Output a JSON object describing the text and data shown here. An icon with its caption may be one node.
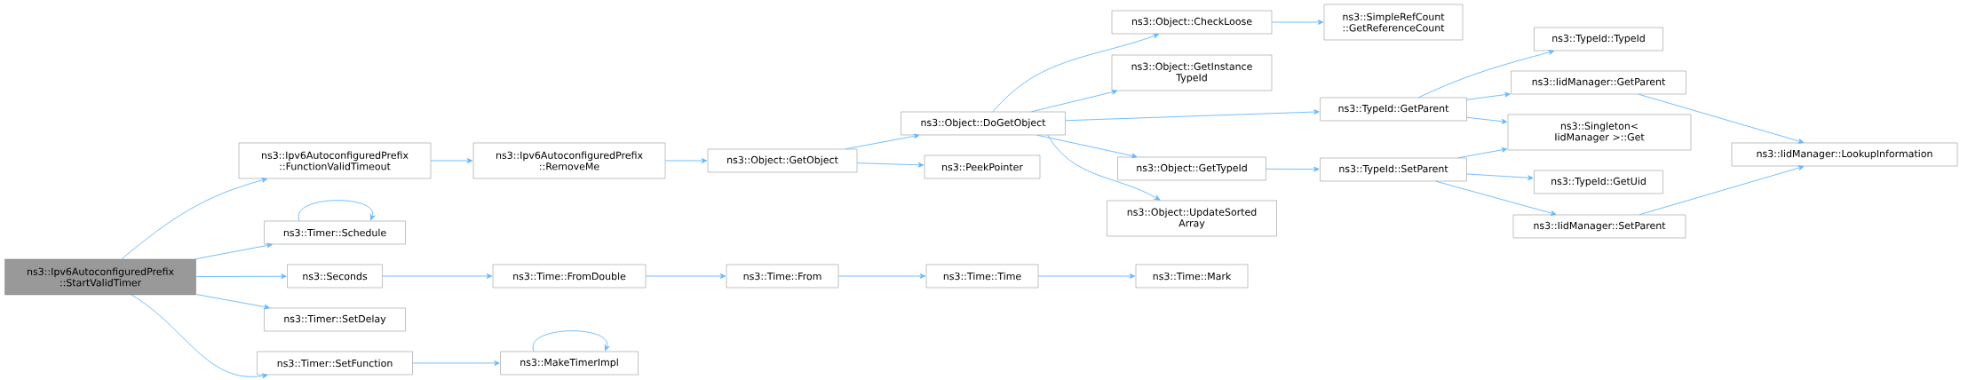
{
  "diagram": {
    "nodes": [
      {
        "text": [
          "ns3::Ipv6AutoconfiguredPrefix ::StartValidTimer"
        ]
      },
      {
        "text": [
          "ns3::Ipv6AutoconfiguredPrefix ::FunctionValidTimeout"
        ]
      },
      {
        "text": [
          "ns3::Timer::Schedule"
        ]
      },
      {
        "text": [
          "ns3::Seconds"
        ]
      },
      {
        "text": [
          "ns3::Timer::SetDelay"
        ]
      },
      {
        "text": [
          "ns3::Timer::SetFunction"
        ]
      },
      {
        "text": [
          "ns3::Ipv6AutoconfiguredPrefix ::RemoveMe"
        ]
      },
      {
        "text": [
          "ns3::Time::FromDouble"
        ]
      },
      {
        "text": [
          "ns3::MakeTimerImpl"
        ]
      },
      {
        "text": [
          "ns3::Object::GetObject"
        ]
      },
      {
        "text": [
          "ns3::Time::From"
        ]
      },
      {
        "text": [
          "ns3::Object::DoGetObject"
        ]
      },
      {
        "text": [
          "ns3::PeekPointer"
        ]
      },
      {
        "text": [
          "ns3::Time::Time"
        ]
      },
      {
        "text": [
          "ns3::Object::CheckLoose"
        ]
      },
      {
        "text": [
          "ns3::Object::GetInstance TypeId"
        ]
      },
      {
        "text": [
          "ns3::Object::GetTypeId"
        ]
      },
      {
        "text": [
          "ns3::Object::UpdateSorted Array"
        ]
      },
      {
        "text": [
          "ns3::Time::Mark"
        ]
      },
      {
        "text": [
          "ns3::SimpleRefCount ::GetReferenceCount"
        ]
      },
      {
        "text": [
          "ns3::TypeId::GetParent"
        ]
      },
      {
        "text": [
          "ns3::TypeId::SetParent"
        ]
      },
      {
        "text": [
          "ns3::TypeId::TypeId"
        ]
      },
      {
        "text": [
          "ns3::IidManager::GetParent"
        ]
      },
      {
        "text": [
          "ns3::Singleton< IidManager >::Get"
        ]
      },
      {
        "text": [
          "ns3::TypeId::GetUid"
        ]
      },
      {
        "text": [
          "ns3::IidManager::SetParent"
        ]
      },
      {
        "text": [
          "ns3::IidManager::LookupInformation"
        ]
      }
    ],
    "edges": [
      {
        "from": 0,
        "to": 1,
        "arrow": "to"
      },
      {
        "from": 0,
        "to": 2,
        "arrow": "to"
      },
      {
        "from": 0,
        "to": 3,
        "arrow": "to"
      },
      {
        "from": 0,
        "to": 4,
        "arrow": "to"
      },
      {
        "from": 0,
        "to": 5,
        "arrow": "to"
      },
      {
        "from": 2,
        "to": 2,
        "arrow": "to"
      },
      {
        "from": 1,
        "to": 6,
        "arrow": "to"
      },
      {
        "from": 3,
        "to": 7,
        "arrow": "to"
      },
      {
        "from": 5,
        "to": 8,
        "arrow": "to"
      },
      {
        "from": 8,
        "to": 8,
        "arrow": "to"
      },
      {
        "from": 6,
        "to": 9,
        "arrow": "to"
      },
      {
        "from": 7,
        "to": 10,
        "arrow": "to"
      },
      {
        "from": 9,
        "to": 11,
        "arrow": "to"
      },
      {
        "from": 9,
        "to": 12,
        "arrow": "to"
      },
      {
        "from": 10,
        "to": 13,
        "arrow": "to"
      },
      {
        "from": 11,
        "to": 14,
        "arrow": "to"
      },
      {
        "from": 11,
        "to": 15,
        "arrow": "to"
      },
      {
        "from": 11,
        "to": 20,
        "arrow": "to"
      },
      {
        "from": 11,
        "to": 16,
        "arrow": "to"
      },
      {
        "from": 11,
        "to": 17,
        "arrow": "to"
      },
      {
        "from": 13,
        "to": 18,
        "arrow": "to"
      },
      {
        "from": 14,
        "to": 19,
        "arrow": "to"
      },
      {
        "from": 16,
        "to": 21,
        "arrow": "to"
      },
      {
        "from": 20,
        "to": 22,
        "arrow": "to"
      },
      {
        "from": 20,
        "to": 23,
        "arrow": "to"
      },
      {
        "from": 20,
        "to": 24,
        "arrow": "to"
      },
      {
        "from": 21,
        "to": 24,
        "arrow": "to"
      },
      {
        "from": 21,
        "to": 25,
        "arrow": "to"
      },
      {
        "from": 21,
        "to": 26,
        "arrow": "to"
      },
      {
        "from": 23,
        "to": 27,
        "arrow": "to"
      },
      {
        "from": 26,
        "to": 27,
        "arrow": "to"
      }
    ]
  }
}
